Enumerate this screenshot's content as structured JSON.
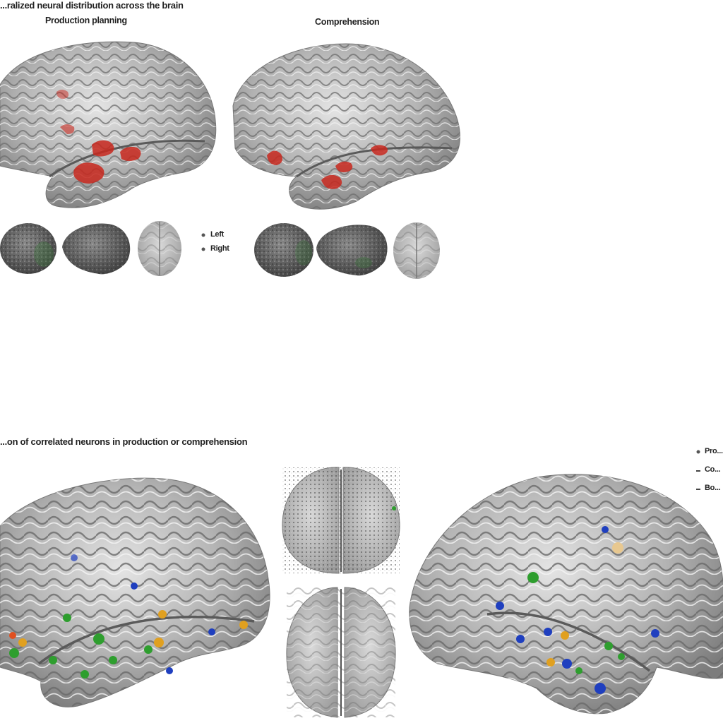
{
  "panel_a": {
    "title": "...ralized neural distribution across the brain",
    "left_label": "Production planning",
    "right_label": "Comprehension",
    "legend": [
      {
        "label": "Left",
        "color": "#555555"
      },
      {
        "label": "Right",
        "color": "#555555"
      }
    ]
  },
  "panel_b": {
    "title": "...on of correlated neurons in production or comprehension",
    "legend": [
      {
        "label": "Pro...",
        "color": "#1f3fbf"
      },
      {
        "label": "Co...",
        "color": "#2e9e2e"
      },
      {
        "label": "Bo...",
        "color": "#e0a020"
      }
    ]
  },
  "colors": {
    "activation_red": "#c8281e",
    "production_blue": "#1f3fbf",
    "comprehension_green": "#2e9e2e",
    "both_orange": "#e0a020",
    "brain_silver": "#a9a9a9"
  }
}
